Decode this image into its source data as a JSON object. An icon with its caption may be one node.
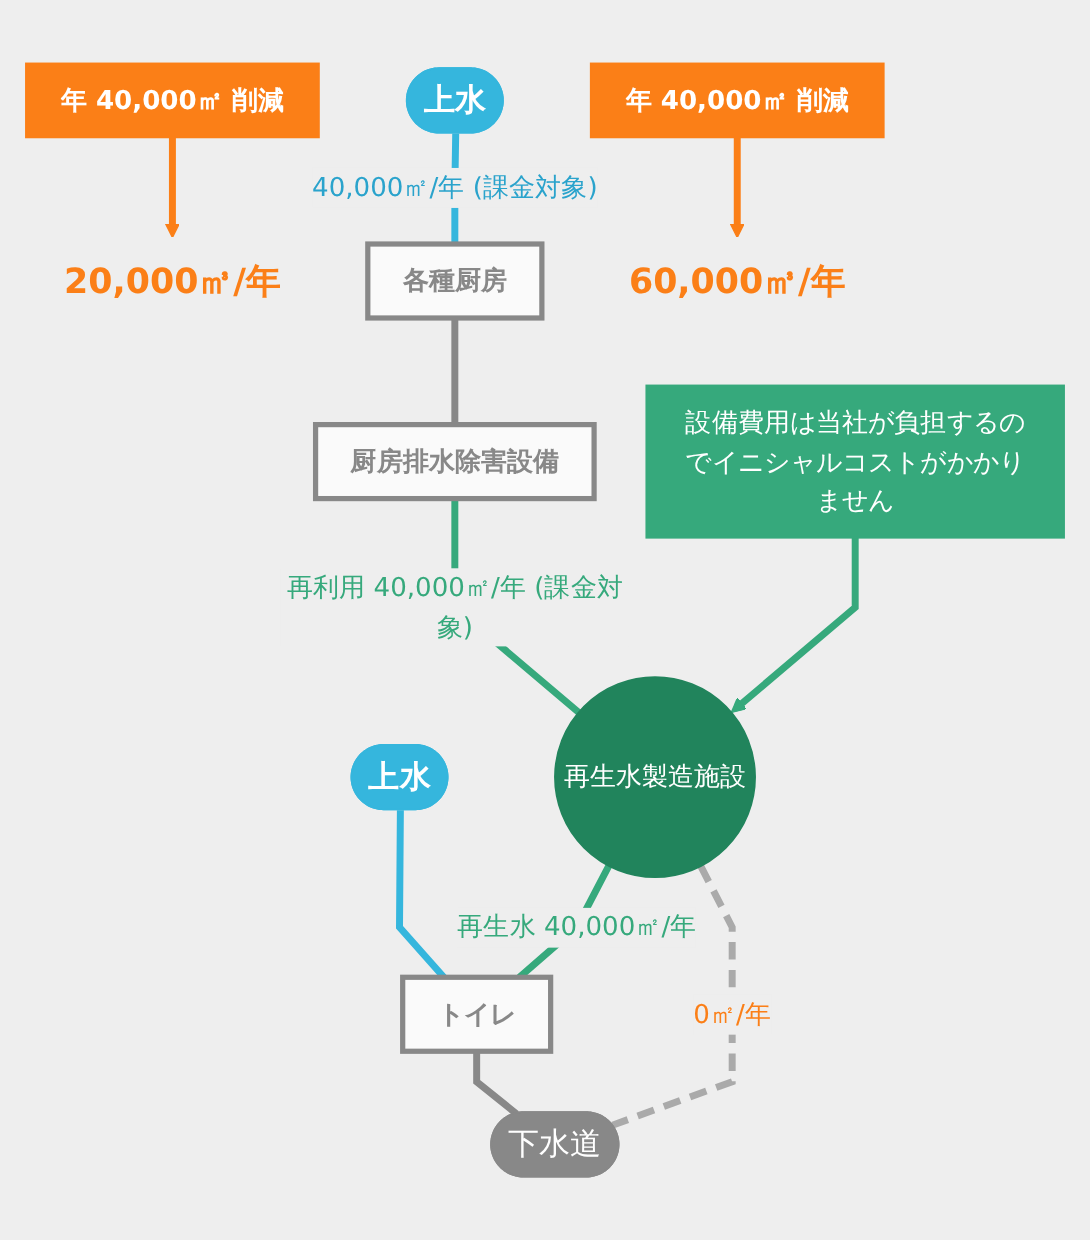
{
  "diagram": {
    "nodes": [
      {
        "text": [
          "上水"
        ]
      },
      {
        "text": [
          "上水"
        ]
      },
      {
        "text": [
          "年 40,000㎡ 削減"
        ]
      },
      {
        "text": [
          "20,000㎥/年"
        ]
      },
      {
        "text": [
          "各種厨房"
        ]
      },
      {
        "text": [
          "厨房排水除害設備"
        ]
      },
      {
        "text": [
          "再生水製造施設"
        ]
      },
      {
        "text": [
          "トイレ"
        ]
      },
      {
        "text": [
          "設備費用は当社が負担するのでイニシャルコストがかかりません"
        ]
      },
      {
        "text": [
          "下水道"
        ]
      },
      {
        "text": [
          "年 40,000㎡ 削減"
        ]
      },
      {
        "text": [
          "60,000㎥/年"
        ]
      }
    ],
    "edges": [
      {
        "from": 0,
        "to": 4,
        "arrow": "none",
        "label": "40,000㎡/年 (課金対象)",
        "color": "#35b6dd"
      },
      {
        "from": 4,
        "to": 5,
        "arrow": "none",
        "color": "#888888"
      },
      {
        "from": 5,
        "to": 6,
        "arrow": "none",
        "label": "再利用 40,000㎡/年 (課金対象)",
        "color": "#36a97c"
      },
      {
        "from": 6,
        "to": 7,
        "arrow": "none",
        "label": "再生水 40,000㎡/年",
        "color": "#36a97c"
      },
      {
        "from": 1,
        "to": 7,
        "arrow": "none",
        "color": "#35b6dd"
      },
      {
        "from": 7,
        "to": 9,
        "arrow": "none",
        "color": "#888888"
      },
      {
        "from": 6,
        "to": 9,
        "arrow": "none",
        "label": "0㎡/年",
        "style": "dashed",
        "color": "#aaaaaa"
      },
      {
        "from": 2,
        "to": 3,
        "arrow": "to",
        "color": "#fb7f17"
      },
      {
        "from": 8,
        "to": 6,
        "arrow": "to",
        "color": "#36a97c"
      },
      {
        "from": 10,
        "to": 11,
        "arrow": "to",
        "color": "#fb7f17"
      }
    ]
  }
}
